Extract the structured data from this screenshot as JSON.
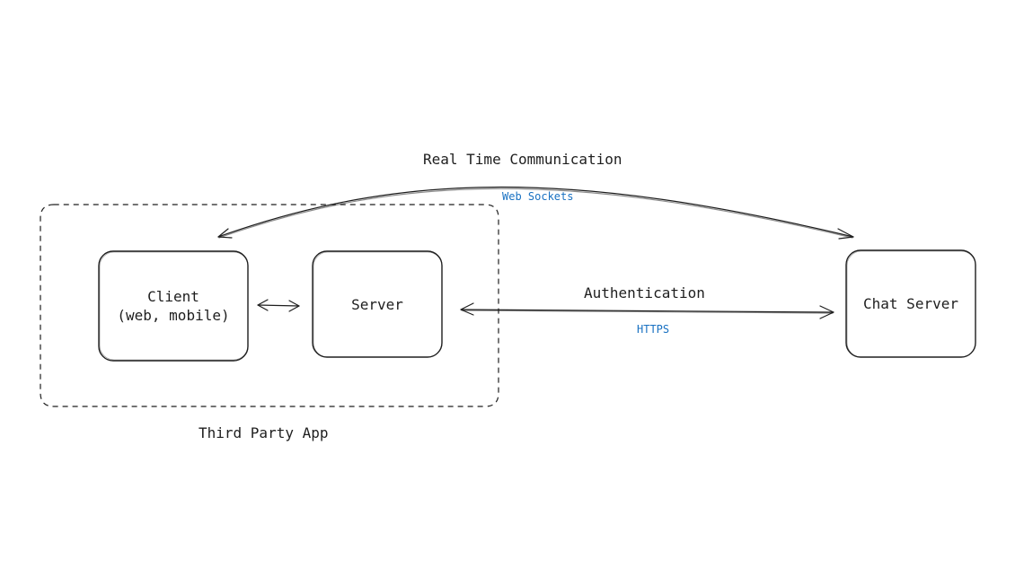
{
  "diagram": {
    "colors": {
      "stroke": "#1e1e1e",
      "protocol_text": "#1971c2",
      "background": "#ffffff"
    },
    "nodes": {
      "client": {
        "line1": "Client",
        "line2": "(web, mobile)"
      },
      "server": {
        "label": "Server"
      },
      "chat_server": {
        "label": "Chat Server"
      }
    },
    "groups": {
      "third_party_app": {
        "label": "Third Party App"
      }
    },
    "edges": {
      "realtime": {
        "title": "Real Time Communication",
        "protocol": "Web Sockets"
      },
      "auth": {
        "title": "Authentication",
        "protocol": "HTTPS"
      }
    }
  }
}
